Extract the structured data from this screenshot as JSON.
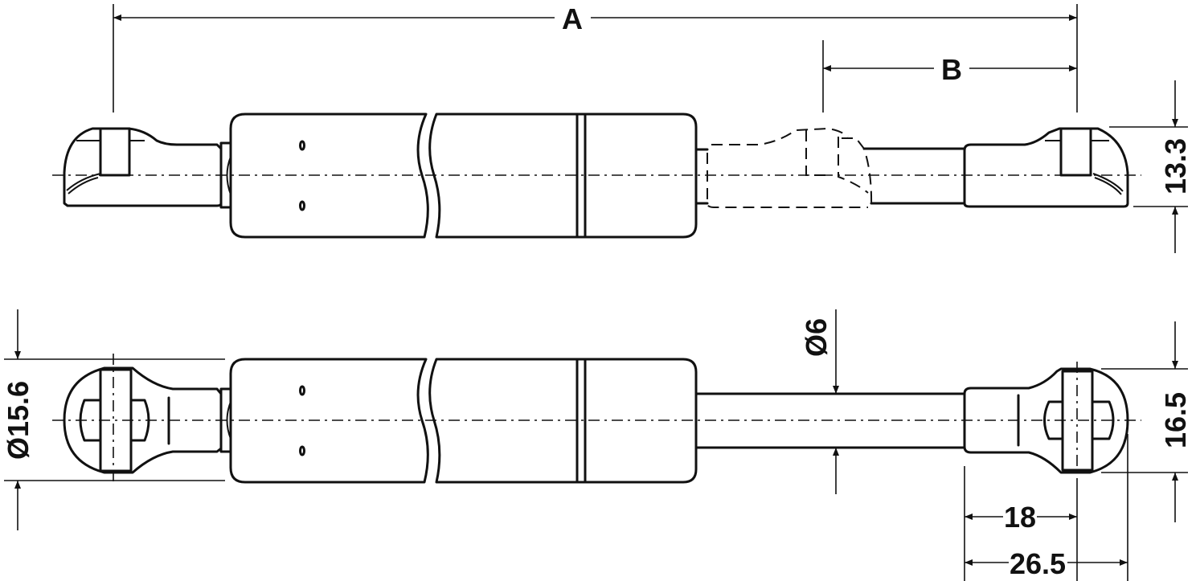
{
  "title": "Gas spring dimension drawing",
  "dimensions": {
    "overall_length": "A",
    "stroke": "B",
    "fitting_width": "13.3",
    "cylinder_diameter": "Ø15.6",
    "rod_diameter": "Ø6",
    "eye_height": "16.5",
    "eye_center_distance": "18",
    "fitting_length": "26.5"
  },
  "colors": {
    "line": "#111111",
    "background": "#ffffff"
  }
}
